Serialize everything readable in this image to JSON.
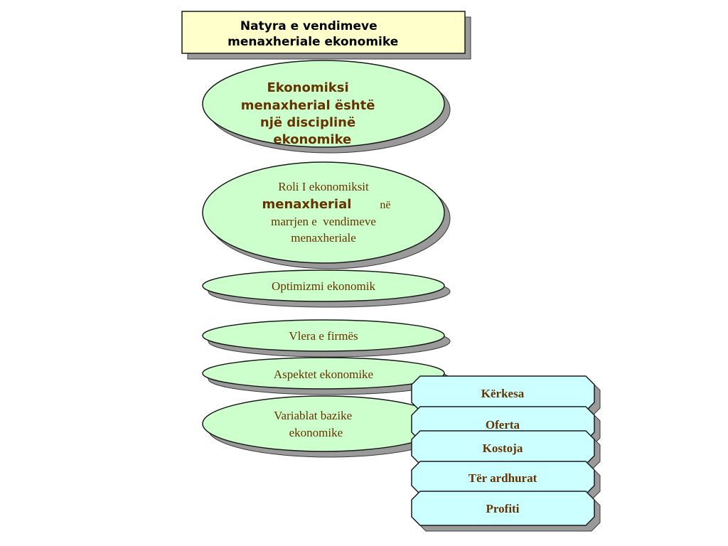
{
  "title": {
    "lines": [
      "Natyra e vendimeve",
      "menaxheriale ekonomike"
    ]
  },
  "ellipses": [
    {
      "lines": [
        "Ekonomiksi",
        "menaxherial është",
        "një disciplinë",
        "ekonomike"
      ]
    },
    {
      "lines": [
        "Roli I ekonomiksit",
        [
          "menaxherial",
          "në"
        ],
        "marrjen e  vendimeve",
        "menaxheriale"
      ]
    },
    {
      "lines": [
        "Optimizmi ekonomik"
      ]
    },
    {
      "lines": [
        "Vlera e firmës"
      ]
    },
    {
      "lines": [
        "Aspektet ekonomike"
      ]
    },
    {
      "lines": [
        "Variablat bazike",
        "ekonomike"
      ]
    }
  ],
  "boxes": [
    "Kërkesa",
    "Oferta",
    "Kostoja",
    "Tër ardhurat",
    "Profiti"
  ],
  "colors": {
    "background": "#FFFFFF",
    "title_fill": "#FFFFCC",
    "title_text": "#000000",
    "ellipse_fill": "#CCFFCC",
    "box_fill": "#CCFFFF",
    "text": "#663300",
    "shadow": "#9A9A9A"
  }
}
